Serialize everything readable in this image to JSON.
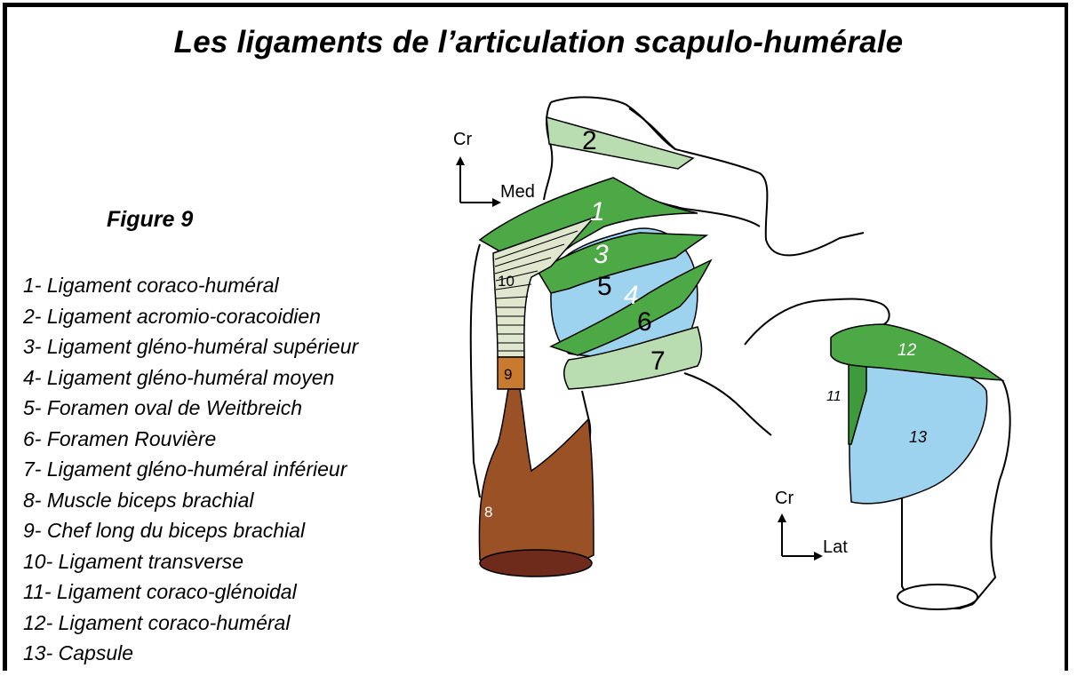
{
  "title": "Les ligaments de l’articulation scapulo-humérale",
  "figure_label": "Figure 9",
  "legend": [
    "1- Ligament coraco-huméral",
    "2- Ligament acromio-coracoidien",
    "3- Ligament gléno-huméral supérieur",
    "4- Ligament gléno-huméral moyen",
    "5- Foramen oval de Weitbreich",
    "6- Foramen Rouvière",
    "7- Ligament gléno-huméral inférieur",
    "8- Muscle biceps brachial",
    "9- Chef long du biceps brachial",
    "10- Ligament transverse",
    "11- Ligament coraco-glénoidal",
    "12- Ligament coraco-huméral",
    "13- Capsule"
  ],
  "orientation_front": {
    "vertical": "Cr",
    "horizontal": "Med"
  },
  "orientation_side": {
    "vertical": "Cr",
    "horizontal": "Lat"
  },
  "labels": {
    "n1": "1",
    "n2": "2",
    "n3": "3",
    "n4": "4",
    "n5": "5",
    "n6": "6",
    "n7": "7",
    "n8": "8",
    "n9": "9",
    "n10": "10",
    "n11": "11",
    "n12": "12",
    "n13": "13"
  },
  "colors": {
    "dark_green": "#4da846",
    "light_green": "#b9ddb1",
    "light_blue": "#9dd3ef",
    "brown": "#9b5126",
    "dark_brown": "#6e2a1b",
    "tendon_brown": "#c87a2e",
    "outline": "#000000"
  }
}
